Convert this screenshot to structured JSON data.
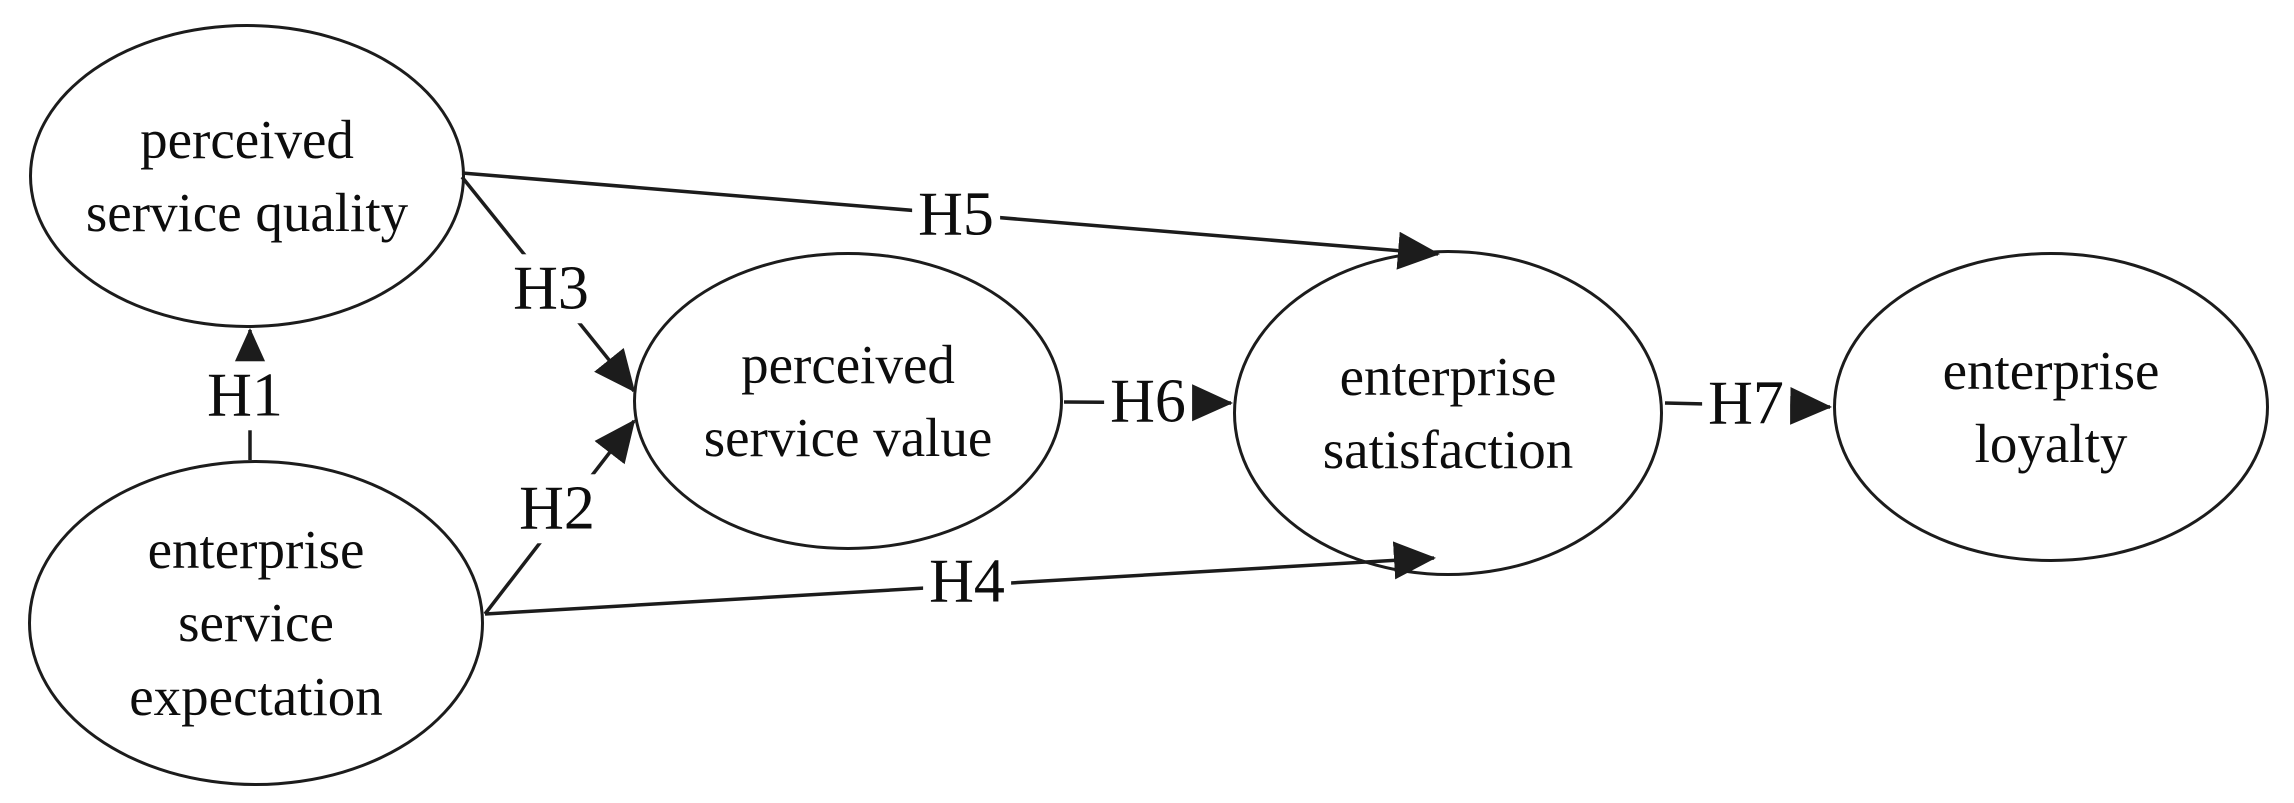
{
  "diagram": {
    "nodes": {
      "perceived_service_quality": {
        "label": "perceived\nservice quality"
      },
      "enterprise_service_expectation": {
        "label": "enterprise\nservice\nexpectation"
      },
      "perceived_service_value": {
        "label": "perceived\nservice value"
      },
      "enterprise_satisfaction": {
        "label": "enterprise\nsatisfaction"
      },
      "enterprise_loyalty": {
        "label": "enterprise\nloyalty"
      }
    },
    "edges": {
      "h1": {
        "label": "H1",
        "from": "enterprise service expectation",
        "to": "perceived service quality"
      },
      "h2": {
        "label": "H2",
        "from": "enterprise service expectation",
        "to": "perceived service value"
      },
      "h3": {
        "label": "H3",
        "from": "perceived service quality",
        "to": "perceived service value"
      },
      "h4": {
        "label": "H4",
        "from": "enterprise service expectation",
        "to": "enterprise satisfaction"
      },
      "h5": {
        "label": "H5",
        "from": "perceived service quality",
        "to": "enterprise satisfaction"
      },
      "h6": {
        "label": "H6",
        "from": "perceived service value",
        "to": "enterprise satisfaction"
      },
      "h7": {
        "label": "H7",
        "from": "enterprise satisfaction",
        "to": "enterprise loyalty"
      }
    },
    "colors": {
      "stroke": "#1c1c1c",
      "text": "#0d0d0d",
      "background": "#ffffff"
    }
  }
}
